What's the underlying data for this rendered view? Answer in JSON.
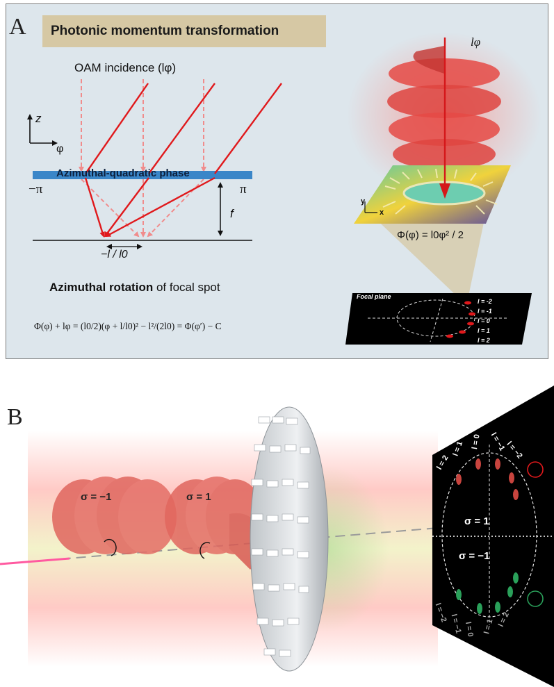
{
  "panel_a": {
    "letter": "A",
    "title": "Photonic momentum transformation",
    "oam_incidence": "OAM incidence (lφ)",
    "axis_z": "z",
    "axis_phi": "φ",
    "phase_plate_label": "Azimuthal-quadratic phase",
    "minus_pi": "−π",
    "pi": "π",
    "focal_length": "f",
    "shift_label": "−l / l0",
    "rotation_bold": "Azimuthal rotation",
    "rotation_rest": " of focal spot",
    "equation": "Φ(φ) + lφ = (l0/2)(φ + l/l0)² − l²/(2l0) = Φ(φ′) − C",
    "helix_label": "lφ",
    "phase_equation": "Φ(φ) = l0φ² / 2",
    "plate_axis_y": "y",
    "plate_axis_x": "x",
    "focal_plane_title": "Focal plane",
    "focal_orders": [
      "l = -2",
      "l = -1",
      "l = 0",
      "l = 1",
      "l = 2"
    ]
  },
  "panel_b": {
    "letter": "B",
    "sigma_neg_label": "σ = −1",
    "sigma_pos_label": "σ = 1",
    "screen_sigma_pos": "σ = 1",
    "screen_sigma_neg": "σ = −1",
    "top_orders": [
      "l = 2",
      "l = 1",
      "l = 0",
      "l = −1",
      "l = −2"
    ],
    "bottom_orders": [
      "l = −2",
      "l = −1",
      "l = 0",
      "l = 1",
      "l = 2"
    ]
  },
  "colors": {
    "panel_bg": "#dde6ec",
    "title_bg": "#d6c8a4",
    "ray_red": "#e0191c",
    "ray_dashed": "#f08c8c",
    "plate_blue": "#3a86c8",
    "helix_red": "#e54a45",
    "screen_black": "#000000",
    "green_spot": "#2aa05a"
  }
}
